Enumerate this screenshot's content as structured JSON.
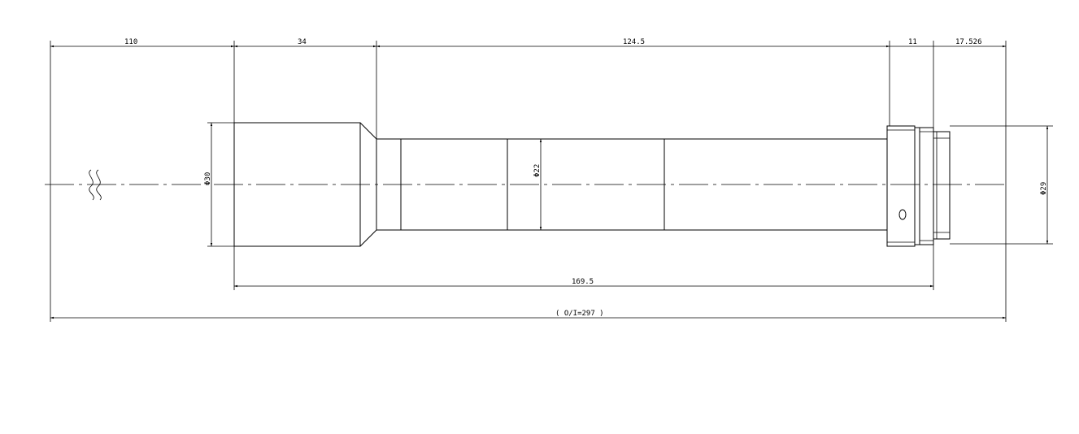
{
  "dimensions": {
    "d_110": "110",
    "d_34": "34",
    "d_124_5": "124.5",
    "d_11": "11",
    "d_17_526": "17.526",
    "d_169_5": "169.5",
    "d_overall": "( O/I=297 )",
    "dia_30": "Φ30",
    "dia_22": "Φ22",
    "dia_29": "Φ29"
  }
}
